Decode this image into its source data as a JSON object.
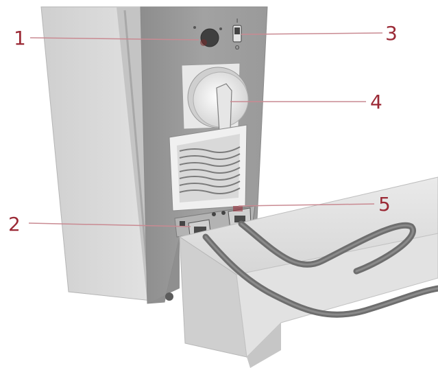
{
  "colors": {
    "callout": "#9b2a36",
    "leader_line": "#c98a92",
    "cabinet_front": "#dcdcdc",
    "cabinet_side": "#bdbdbd",
    "cabinet_back": "#9a9a9a",
    "cable": "#6e6e6e",
    "base": "#d8d8d8"
  },
  "callouts": [
    {
      "id": "1",
      "label": "1",
      "part": "round-connector"
    },
    {
      "id": "2",
      "label": "2",
      "part": "lower-left-connector"
    },
    {
      "id": "3",
      "label": "3",
      "part": "switch"
    },
    {
      "id": "4",
      "label": "4",
      "part": "rotary-knob"
    },
    {
      "id": "5",
      "label": "5",
      "part": "lower-right-connector"
    }
  ]
}
